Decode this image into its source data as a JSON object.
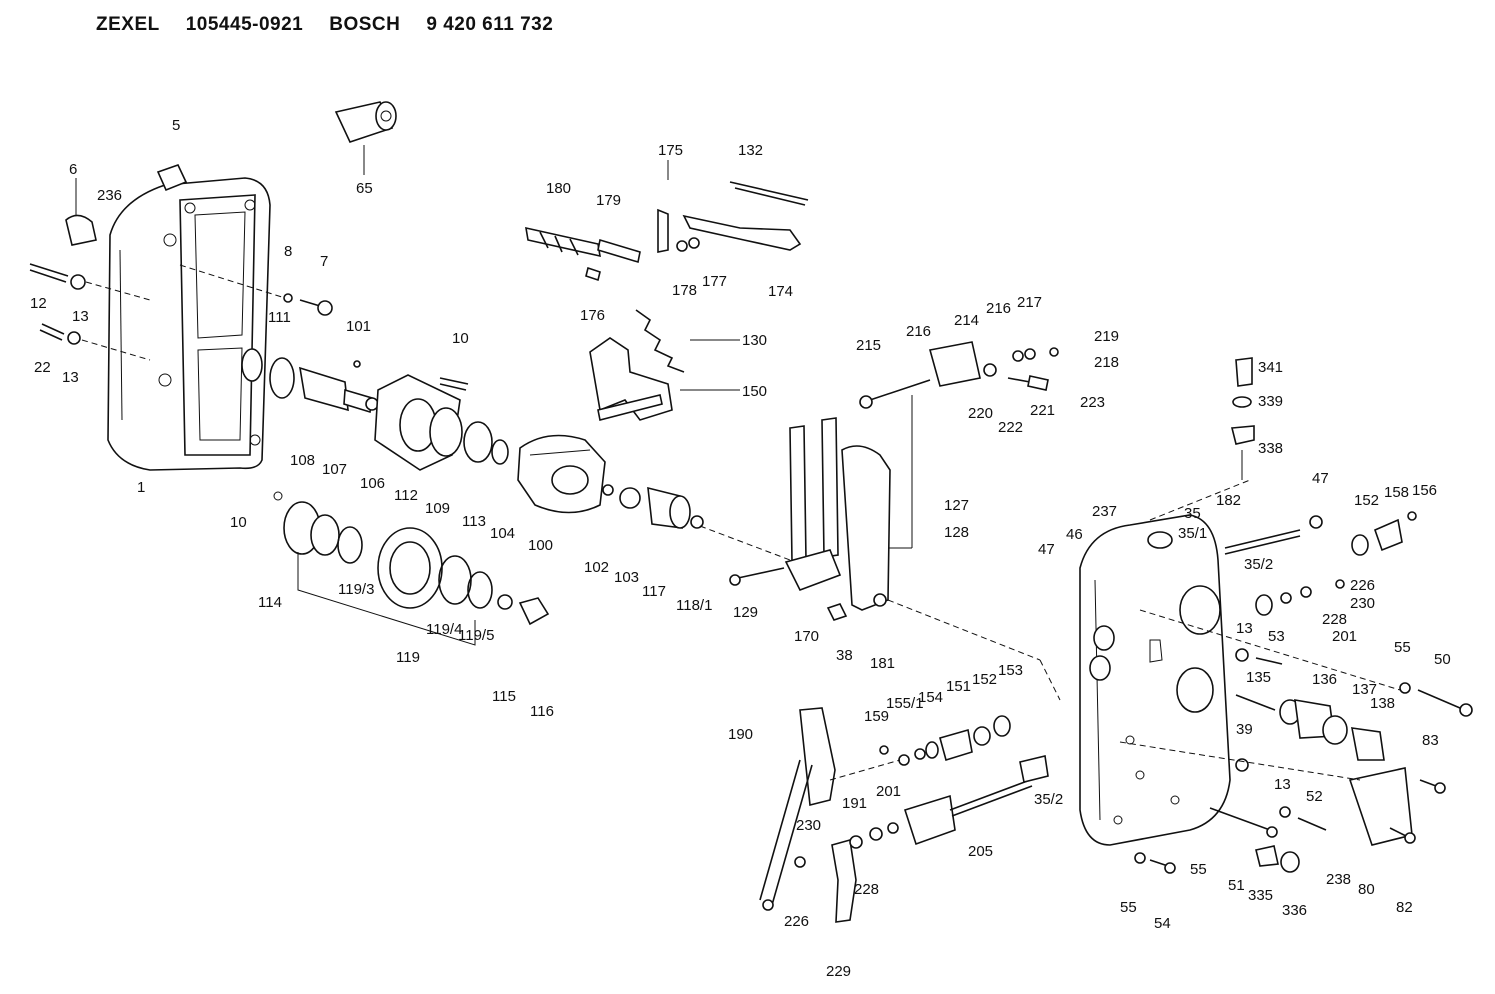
{
  "header": {
    "brand1": "ZEXEL",
    "number1": "105445-0921",
    "brand2": "BOSCH",
    "number2": "9 420 611 732"
  },
  "callouts": [
    "5",
    "65",
    "6",
    "236",
    "8",
    "7",
    "12",
    "13",
    "22",
    "13",
    "111",
    "101",
    "10",
    "108",
    "107",
    "106",
    "112",
    "109",
    "113",
    "104",
    "100",
    "1",
    "10",
    "114",
    "119/3",
    "119",
    "119/4",
    "119/5",
    "115",
    "116",
    "102",
    "103",
    "117",
    "118/1",
    "129",
    "170",
    "38",
    "181",
    "175",
    "132",
    "180",
    "179",
    "178",
    "177",
    "174",
    "176",
    "130",
    "150",
    "215",
    "216",
    "214",
    "216",
    "217",
    "219",
    "218",
    "220",
    "222",
    "221",
    "223",
    "127",
    "128",
    "341",
    "339",
    "338",
    "182",
    "47",
    "152",
    "158",
    "156",
    "35",
    "35/1",
    "237",
    "46",
    "47",
    "35/2",
    "226",
    "228",
    "230",
    "201",
    "13",
    "53",
    "55",
    "50",
    "135",
    "136",
    "137",
    "138",
    "39",
    "83",
    "190",
    "159",
    "155/1",
    "154",
    "151",
    "152",
    "153",
    "191",
    "201",
    "230",
    "228",
    "226",
    "229",
    "205",
    "35/2",
    "55",
    "54",
    "55",
    "13",
    "52",
    "51",
    "335",
    "336",
    "238",
    "80",
    "82"
  ]
}
